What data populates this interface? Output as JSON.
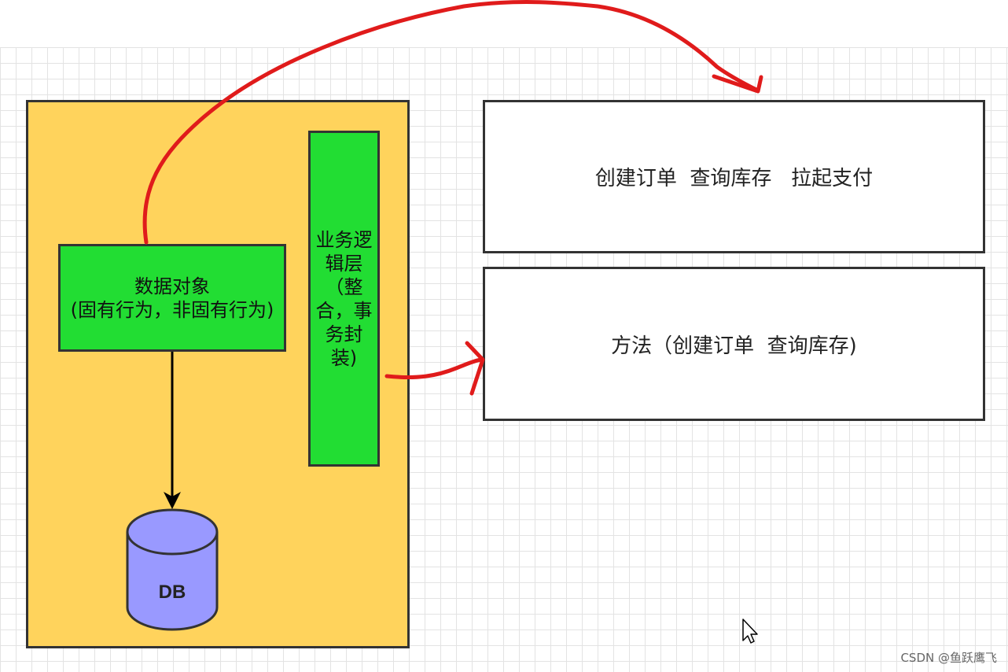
{
  "diagram": {
    "data_object": {
      "line1": "数据对象",
      "line2": "(固有行为，非固有行为)"
    },
    "business_layer": {
      "lines": [
        "业务逻",
        "辑层",
        "（整",
        "合，事",
        "务封",
        "装)"
      ]
    },
    "database": {
      "label": "DB"
    },
    "right_box_1": {
      "text": "创建订单  查询库存   拉起支付"
    },
    "right_box_2": {
      "text": "方法（创建订单  查询库存)"
    },
    "watermark": "CSDN @鱼跃鹰飞"
  },
  "colors": {
    "container_fill": "#ffd35c",
    "green_fill": "#22dd33",
    "db_fill": "#9999ff",
    "arrow_red": "#e01b1b",
    "border": "#333333"
  }
}
